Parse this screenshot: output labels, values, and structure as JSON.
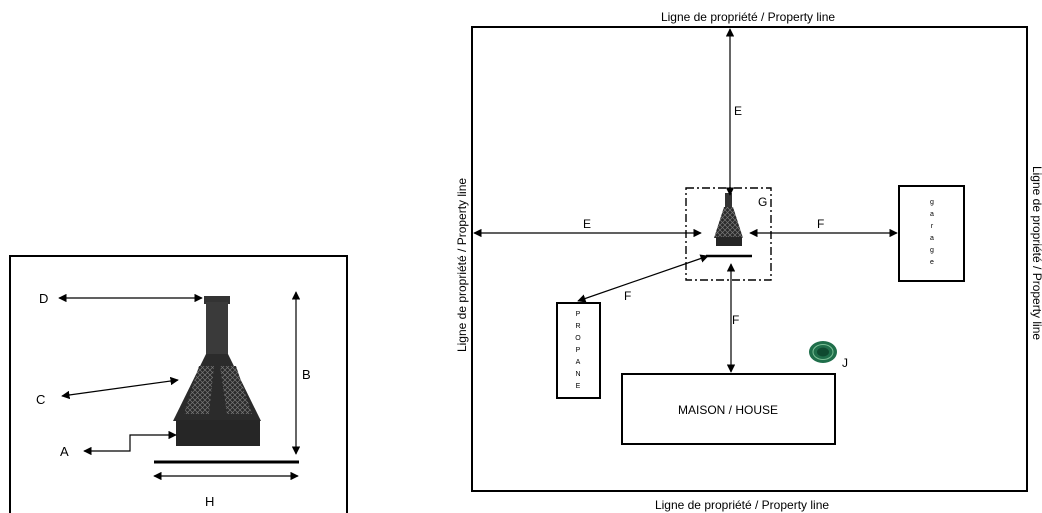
{
  "left_diagram": {
    "labels": {
      "a": "A",
      "b": "B",
      "c": "C",
      "d": "D",
      "h": "H"
    }
  },
  "site_plan": {
    "property_line_top": "Ligne de propriété / Property line",
    "property_line_bottom": "Ligne de propriété / Property line",
    "property_line_left": "Ligne de propriété / Property line",
    "property_line_right": "Ligne de propriété / Property line",
    "labels": {
      "e_top": "E",
      "e_left": "E",
      "f_garage": "F",
      "f_propane": "F",
      "f_house": "F",
      "g": "G",
      "j": "J"
    },
    "house": "MAISON / HOUSE",
    "garage_letters": [
      "g",
      "a",
      "r",
      "a",
      "g",
      "e"
    ],
    "propane_letters": [
      "P",
      "R",
      "O",
      "P",
      "A",
      "N",
      "E"
    ]
  }
}
